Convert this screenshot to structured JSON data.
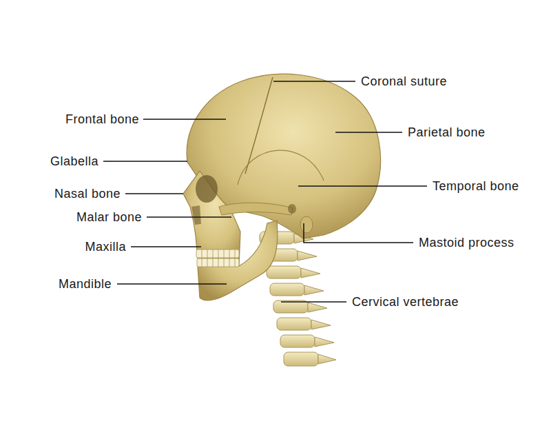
{
  "diagram": {
    "labels": [
      "Coronal suture",
      "Frontal bone",
      "Parietal bone",
      "Glabella",
      "Temporal bone",
      "Nasal bone",
      "Malar bone",
      "Mastoid process",
      "Maxilla",
      "Mandible",
      "Cervical vertebrae"
    ]
  }
}
